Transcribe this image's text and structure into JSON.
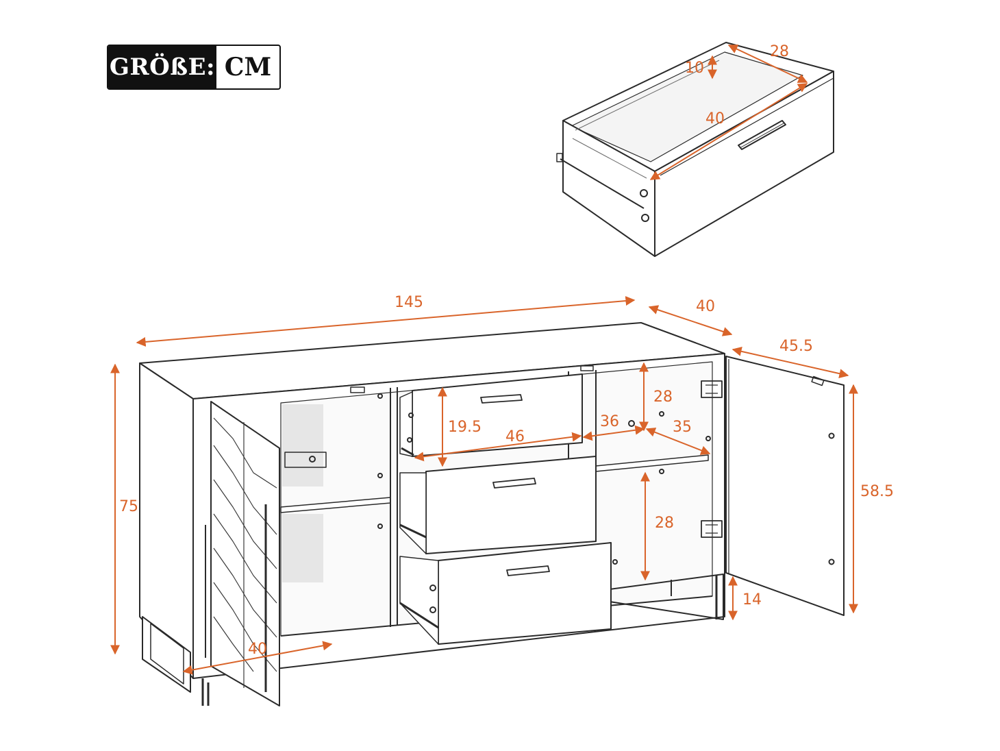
{
  "badge": {
    "label": "GRÖßE:",
    "unit": "CM"
  },
  "colors": {
    "dimension": "#d9642a",
    "line": "#2a2a2a",
    "shade": "#6b6b6b"
  },
  "drawer_detail": {
    "height": "10",
    "depth": "28",
    "width": "40"
  },
  "sideboard": {
    "total_width": "145",
    "total_depth": "40",
    "door_open_depth": "45.5",
    "total_height": "75",
    "door_height": "58.5",
    "drawer_height": "19.5",
    "drawer_width": "46",
    "compartment_width": "36",
    "shelf_depth": "35",
    "upper_shelf_height": "28",
    "lower_shelf_height": "28",
    "leg_height": "14",
    "door_width": "40"
  }
}
